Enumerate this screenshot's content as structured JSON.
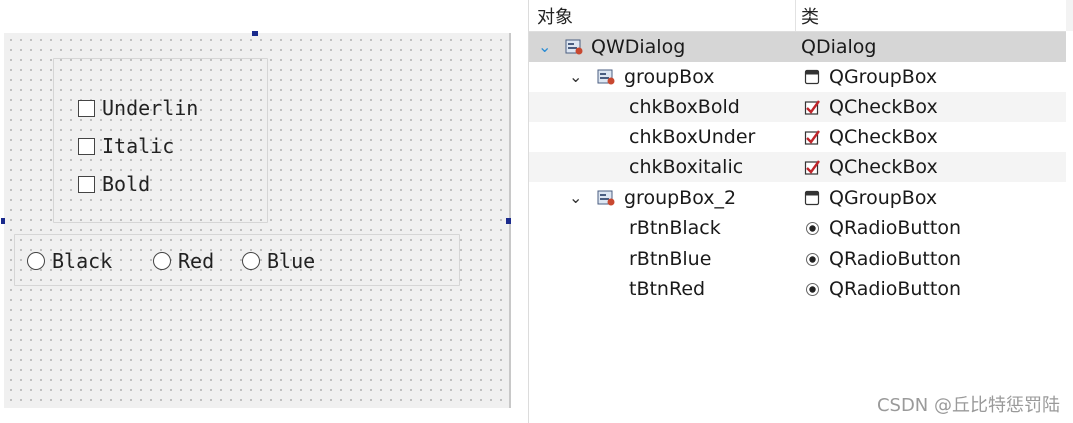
{
  "form": {
    "checkboxes": [
      {
        "label": "Underlin"
      },
      {
        "label": "Italic"
      },
      {
        "label": "Bold"
      }
    ],
    "radios": [
      {
        "label": "Black"
      },
      {
        "label": "Red"
      },
      {
        "label": "Blue"
      }
    ]
  },
  "inspector": {
    "columns": {
      "object": "对象",
      "class": "类"
    },
    "rows": [
      {
        "name": "QWDialog",
        "class": "QDialog",
        "object_icon": "dialog-widget-icon",
        "class_icon": "none"
      },
      {
        "name": "groupBox",
        "class": "QGroupBox",
        "object_icon": "layout-widget-icon",
        "class_icon": "groupbox-icon"
      },
      {
        "name": "chkBoxBold",
        "class": "QCheckBox",
        "class_icon": "checkbox-checked-icon"
      },
      {
        "name": "chkBoxUnder",
        "class": "QCheckBox",
        "class_icon": "checkbox-checked-icon"
      },
      {
        "name": "chkBoxitalic",
        "class": "QCheckBox",
        "class_icon": "checkbox-checked-icon"
      },
      {
        "name": "groupBox_2",
        "class": "QGroupBox",
        "object_icon": "layout-widget-icon",
        "class_icon": "groupbox-icon"
      },
      {
        "name": "rBtnBlack",
        "class": "QRadioButton",
        "class_icon": "radio-button-icon"
      },
      {
        "name": "rBtnBlue",
        "class": "QRadioButton",
        "class_icon": "radio-button-icon"
      },
      {
        "name": "tBtnRed",
        "class": "QRadioButton",
        "class_icon": "radio-button-icon"
      }
    ]
  },
  "watermark": "CSDN @丘比特惩罚陆",
  "colors": {
    "selection": "#d6d6d6",
    "handle": "#1a2a8c",
    "expand_arrow": "#2a8cd4"
  }
}
